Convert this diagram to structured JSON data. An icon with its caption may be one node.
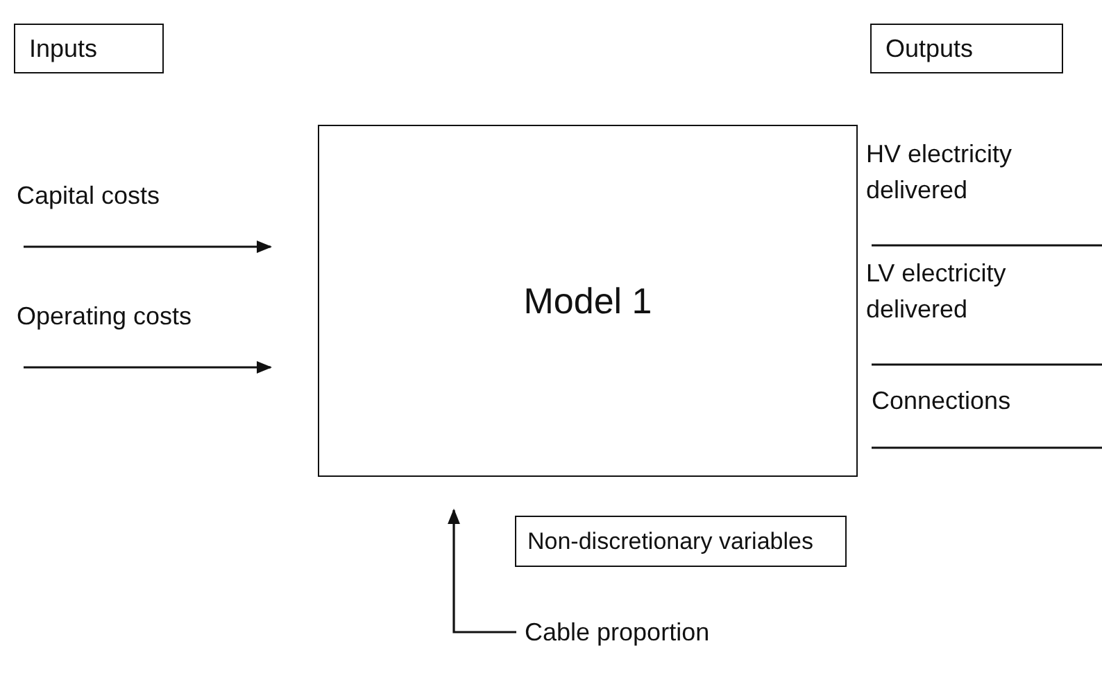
{
  "diagram": {
    "nodes": [
      {
        "text": [
          "Inputs"
        ]
      },
      {
        "text": [
          "Outputs"
        ]
      },
      {
        "text": [
          "Model 1"
        ]
      },
      {
        "text": [
          "Non-discretionary variables"
        ]
      },
      {
        "text": [
          "Cable proportion"
        ]
      }
    ],
    "edges": [
      {
        "from": null,
        "to": 2,
        "arrow": "to",
        "label": "Capital costs"
      },
      {
        "from": null,
        "to": 2,
        "arrow": "to",
        "label": "Operating costs"
      },
      {
        "from": 4,
        "to": 2,
        "arrow": "to"
      }
    ],
    "labels": [
      "HV electricity delivered",
      "LV electricity delivered",
      "Connections"
    ]
  }
}
